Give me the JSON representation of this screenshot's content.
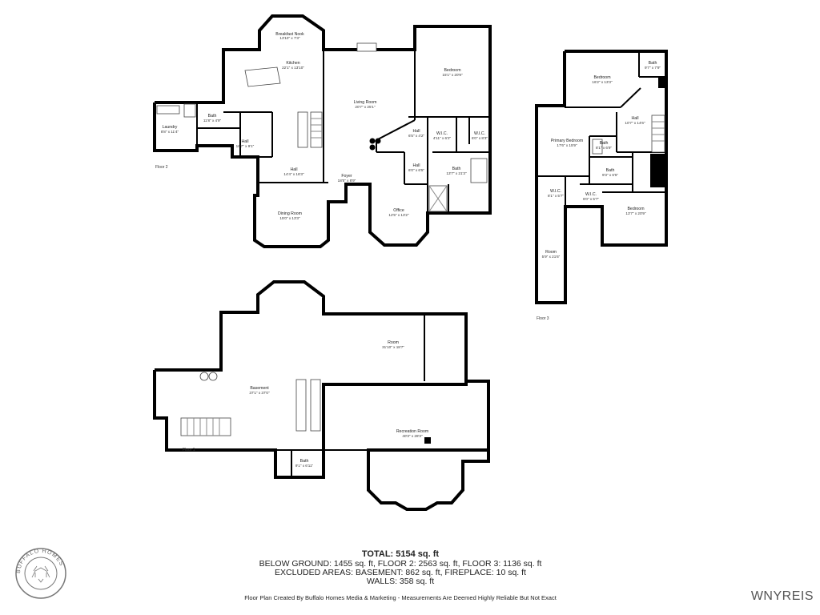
{
  "floors": [
    {
      "id": "floor2",
      "label": "Floor 2"
    },
    {
      "id": "floor3",
      "label": "Floor 3"
    },
    {
      "id": "floor1",
      "label": "Floor 1"
    }
  ],
  "rooms": {
    "breakfast_nook": {
      "name": "Breakfast Nook",
      "dim": "13'10\" x 7'3\""
    },
    "kitchen": {
      "name": "Kitchen",
      "dim": "22'1\" x 13'10\""
    },
    "living_room": {
      "name": "Living Room",
      "dim": "20'7\" x 25'1\""
    },
    "bedroom_f2": {
      "name": "Bedroom",
      "dim": "15'1\" x 20'9\""
    },
    "laundry": {
      "name": "Laundry",
      "dim": "8'8\" x 11'4\""
    },
    "bath_f2_a": {
      "name": "Bath",
      "dim": "11'8\" x 4'9\""
    },
    "hall_f2_a": {
      "name": "Hall",
      "dim": "16'7\" x 9'1\""
    },
    "hall_f2_b": {
      "name": "Hall",
      "dim": "14'4\" x 16'3\""
    },
    "foyer": {
      "name": "Foyer",
      "dim": "18'5\" x 8'9\""
    },
    "dining_room": {
      "name": "Dining Room",
      "dim": "15'0\" x 13'3\""
    },
    "office": {
      "name": "Office",
      "dim": "12'5\" x 13'2\""
    },
    "hall_f2_c": {
      "name": "Hall",
      "dim": "6'5\" x 4'2\""
    },
    "wic_f2_a": {
      "name": "W.I.C.",
      "dim": "4'11\" x 6'2\""
    },
    "wic_f2_b": {
      "name": "W.I.C.",
      "dim": "6'0\" x 8'3\""
    },
    "bath_f2_b": {
      "name": "Bath",
      "dim": "13'7\" x 21'3\""
    },
    "hall_f2_d": {
      "name": "Hall",
      "dim": "6'0\" x 6'5\""
    },
    "bedroom_f3_a": {
      "name": "Bedroom",
      "dim": "16'2\" x 13'3\""
    },
    "bath_f3_a": {
      "name": "Bath",
      "dim": "9'7\" x 7'9\""
    },
    "hall_f3": {
      "name": "Hall",
      "dim": "10'7\" x 14'6\""
    },
    "primary_bedroom": {
      "name": "Primary Bedroom",
      "dim": "17'6\" x 15'9\""
    },
    "bath_f3_b": {
      "name": "Bath",
      "dim": "8'1\" x 6'9\""
    },
    "bath_f3_c": {
      "name": "Bath",
      "dim": "9'3\" x 6'5\""
    },
    "wic_f3_a": {
      "name": "W.I.C.",
      "dim": "8'1\" x 5'7\""
    },
    "wic_f3_b": {
      "name": "W.I.C.",
      "dim": "6'0\" x 5'7\""
    },
    "bedroom_f3_b": {
      "name": "Bedroom",
      "dim": "13'7\" x 20'9\""
    },
    "room_f3": {
      "name": "Room",
      "dim": "5'9\" x 21'6\""
    },
    "room_f1": {
      "name": "Room",
      "dim": "31'10\" x 18'7\""
    },
    "basement": {
      "name": "Basement",
      "dim": "37'1\" x 37'0\""
    },
    "recreation_room": {
      "name": "Recreation Room",
      "dim": "40'3\" x 28'3\""
    },
    "bath_f1": {
      "name": "Bath",
      "dim": "9'1\" x 6'11\""
    }
  },
  "summary": {
    "total": "TOTAL: 5154 sq. ft",
    "line1": "BELOW GROUND: 1455 sq. ft, FLOOR 2: 2563 sq. ft, FLOOR 3: 1136 sq. ft",
    "line2": "EXCLUDED AREAS: BASEMENT: 862 sq. ft, FIREPLACE: 10 sq. ft",
    "line3": "WALLS: 358 sq. ft",
    "credit": "Floor Plan Created By Buffalo Homes Media & Marketing - Measurements Are Deemed Highly Reliable But Not Exact"
  },
  "logo": {
    "text": "BUFFALO HOMES"
  },
  "brand": "WNYREIS"
}
